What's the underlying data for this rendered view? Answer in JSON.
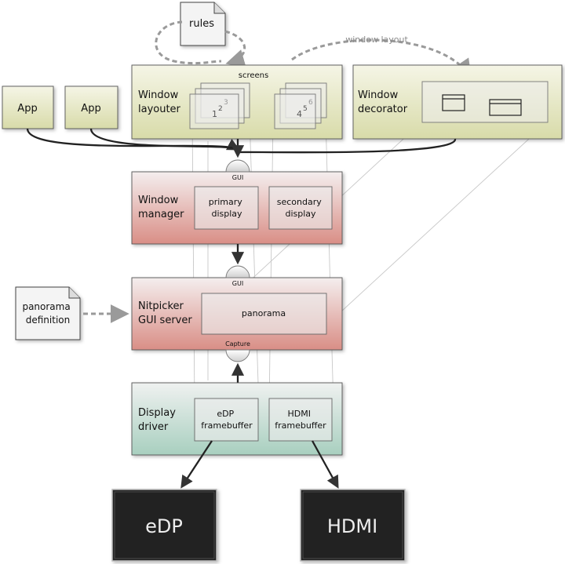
{
  "nodes": {
    "rules": "rules",
    "app1": "App",
    "app2": "App",
    "window_layouter": [
      "Window",
      "layouter"
    ],
    "screens": "screens",
    "screen_a": {
      "n1": "1",
      "n2": "2",
      "n3": "3"
    },
    "screen_b": {
      "n1": "4",
      "n2": "5",
      "n3": "6"
    },
    "window_decorator": [
      "Window",
      "decorator"
    ],
    "window_layout": "window layout",
    "window_manager": [
      "Window",
      "manager"
    ],
    "primary_display": [
      "primary",
      "display"
    ],
    "secondary_display": [
      "secondary",
      "display"
    ],
    "nitpicker": [
      "Nitpicker",
      "GUI server"
    ],
    "panorama": "panorama",
    "panorama_definition": [
      "panorama",
      "definition"
    ],
    "display_driver": [
      "Display",
      "driver"
    ],
    "edp_framebuffer": [
      "eDP",
      "framebuffer"
    ],
    "hdmi_framebuffer": [
      "HDMI",
      "framebuffer"
    ],
    "edp": "eDP",
    "hdmi": "HDMI"
  },
  "ports": {
    "gui_wm": "GUI",
    "gui_nitpicker": "GUI",
    "capture": "Capture"
  },
  "colors": {
    "yellow_top": "#f4f4e2",
    "yellow_bottom": "#d9dcae",
    "red_top": "#f3ecec",
    "red_bottom": "#d98f87",
    "green_top": "#eef1ef",
    "green_bottom": "#a9cfc0",
    "screen_fill": "#222222",
    "screen_text": "#f0f0f0"
  }
}
